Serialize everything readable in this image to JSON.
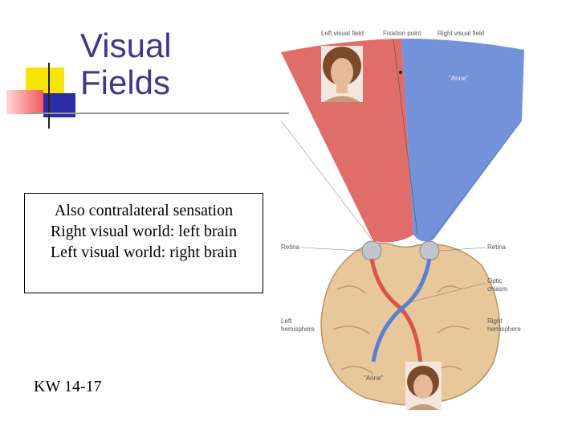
{
  "slide": {
    "title_line1": "Visual",
    "title_line2": "Fields",
    "box_lines": [
      "Also contralateral sensation",
      "Right visual world: left brain",
      "Left visual world: right brain"
    ],
    "footer": "KW 14-17"
  },
  "figure": {
    "labels": {
      "left_visual_field": "Left visual field",
      "fixation_point": "Fixation point",
      "right_visual_field": "Right visual field",
      "anne_top": "\"Anne\"",
      "retina_left": "Retina",
      "retina_right": "Retina",
      "optic_chiasm_1": "Optic",
      "optic_chiasm_2": "chiasm",
      "left_hemisphere_1": "Left",
      "left_hemisphere_2": "hemisphere",
      "right_hemisphere_1": "Right",
      "right_hemisphere_2": "hemisphere",
      "anne_bottom": "\"Anne\""
    }
  },
  "colors": {
    "title": "#3d3a8c",
    "accent_yellow": "#f7e400",
    "accent_red": "#f25a5a",
    "accent_blue": "#2c2ca8",
    "left_field": "#d9534f",
    "right_field": "#5b7fd4",
    "brain": "#e8c79a"
  }
}
